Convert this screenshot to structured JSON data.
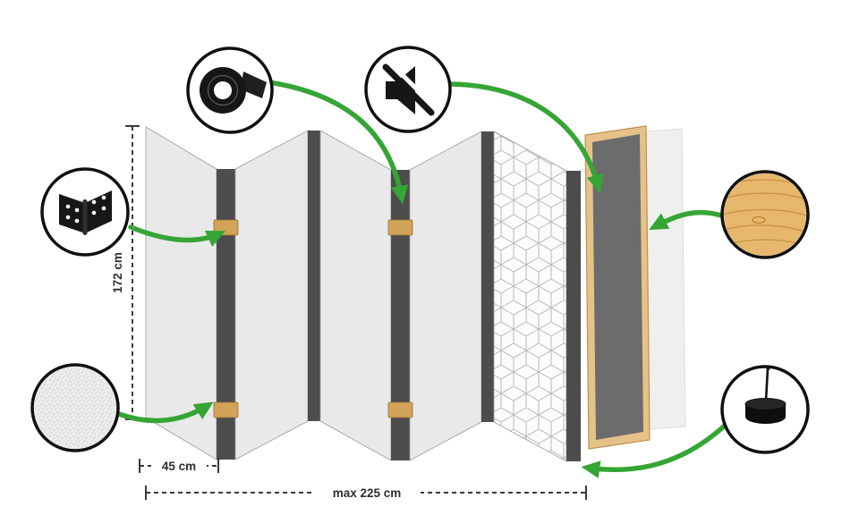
{
  "diagram": {
    "labels": {
      "height": "172 cm",
      "panel_width": "45 cm",
      "max_width": "max 225 cm"
    },
    "panels": {
      "count": 5,
      "pattern_panel": "geometric-cube-pattern"
    },
    "colors": {
      "panel_face": "#e9e9e9",
      "panel_edge": "#4d4d4d",
      "hinge": "#d2a358",
      "frame_wood": "#e6c289",
      "dark_panel": "#6c6c6c",
      "arrow_green": "#35a535",
      "dimension": "#3a3a3a",
      "pattern_line": "#b9b9b9",
      "wood_sample": "#e7b76d",
      "icon_black": "#141414"
    },
    "icons": [
      {
        "name": "hinge-icon"
      },
      {
        "name": "texture-icon"
      },
      {
        "name": "tape-icon"
      },
      {
        "name": "mute-icon"
      },
      {
        "name": "wood-icon"
      },
      {
        "name": "felt-pad-icon"
      }
    ]
  }
}
